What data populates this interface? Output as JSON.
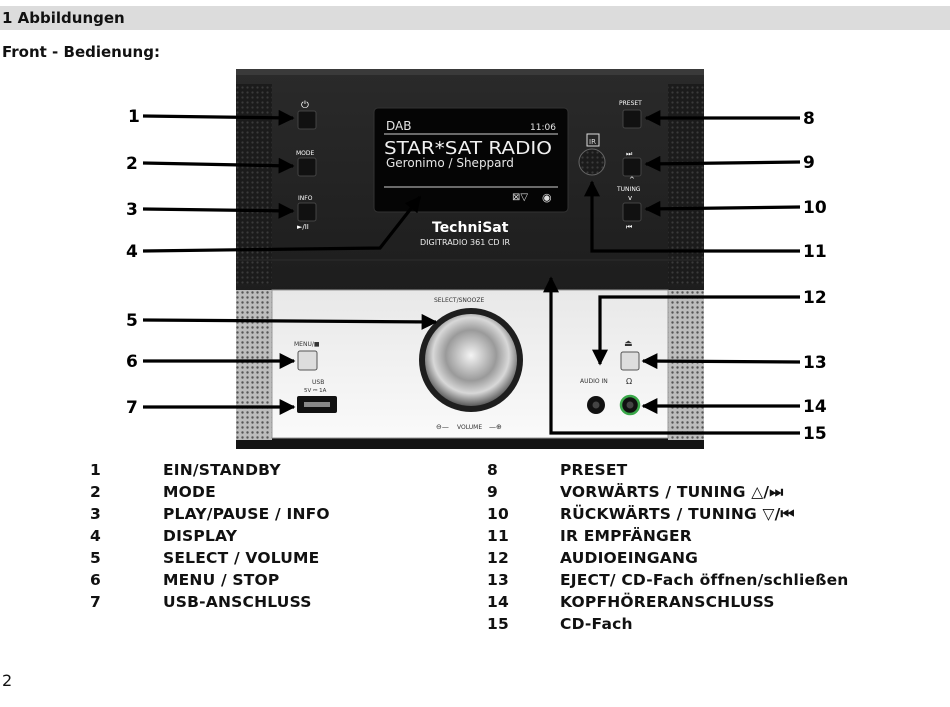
{
  "section": {
    "title": "1 Abbildungen"
  },
  "subtitle": "Front - Bedienung:",
  "device": {
    "display": {
      "band": "DAB",
      "time": "11:06",
      "station": "STAR*SAT RADIO",
      "artist": "Geronimo / Sheppard"
    },
    "brand": "TechniSat",
    "model": "DIGITRADIO 361 CD IR",
    "labels": {
      "mode": "MODE",
      "info": "INFO",
      "play_pause": "►/II",
      "preset": "PRESET",
      "tuning": "TUNING",
      "ir": "IR",
      "select_snooze": "SELECT/SNOOZE",
      "menu": "MENU/■",
      "usb": "USB",
      "usb_spec": "5V ⎓ 1A",
      "audio_in": "AUDIO IN",
      "volume": "VOLUME"
    }
  },
  "callouts": [
    "1",
    "2",
    "3",
    "4",
    "5",
    "6",
    "7",
    "8",
    "9",
    "10",
    "11",
    "12",
    "13",
    "14",
    "15"
  ],
  "legend_left": [
    {
      "num": "1",
      "label": "EIN/STANDBY"
    },
    {
      "num": "2",
      "label": "MODE"
    },
    {
      "num": "3",
      "label": "PLAY/PAUSE / INFO"
    },
    {
      "num": "4",
      "label": "DISPLAY"
    },
    {
      "num": "5",
      "label": "SELECT / VOLUME"
    },
    {
      "num": "6",
      "label": "MENU / STOP"
    },
    {
      "num": "7",
      "label": "USB-ANSCHLUSS"
    }
  ],
  "legend_right": [
    {
      "num": "8",
      "label": "PRESET"
    },
    {
      "num": "9",
      "label": "VORWÄRTS / TUNING △/⏭"
    },
    {
      "num": "10",
      "label": "RÜCKWÄRTS / TUNING ▽/⏮"
    },
    {
      "num": "11",
      "label": "IR EMPFÄNGER"
    },
    {
      "num": "12",
      "label": "AUDIOEINGANG"
    },
    {
      "num": "13",
      "label": "EJECT/ CD-Fach öffnen/schließen"
    },
    {
      "num": "14",
      "label": "KOPFHÖRERANSCHLUSS"
    },
    {
      "num": "15",
      "label": "CD-Fach"
    }
  ],
  "page_number": "2"
}
